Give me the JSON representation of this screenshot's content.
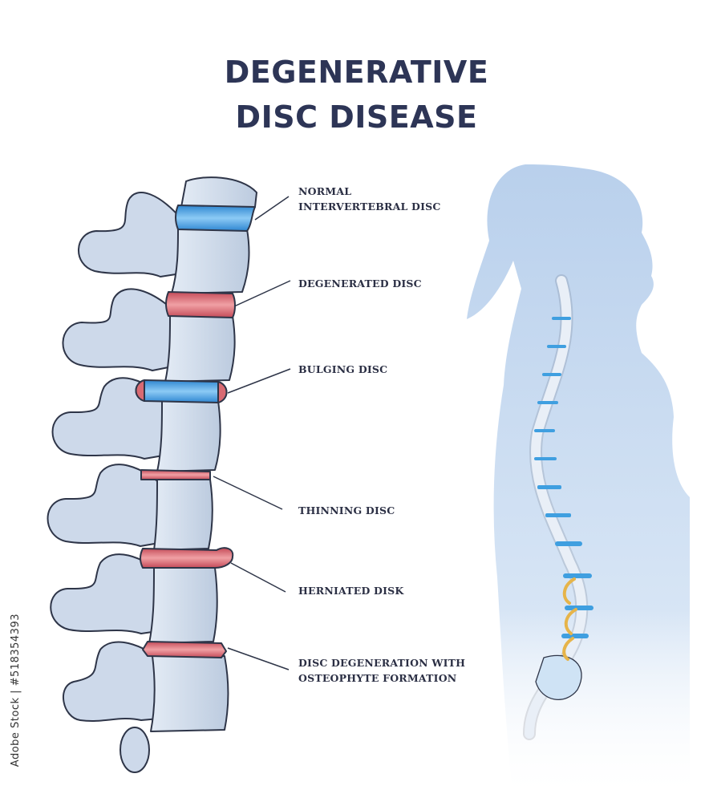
{
  "title": {
    "line1": "DEGENERATIVE",
    "line2": "DISC DISEASE"
  },
  "labels": [
    {
      "line1": "NORMAL",
      "line2": "INTERVERTEBRAL DISC"
    },
    {
      "line1": "DEGENERATED DISC"
    },
    {
      "line1": "BULGING DISC"
    },
    {
      "line1": "THINNING DISC"
    },
    {
      "line1": "HERNIATED DISK"
    },
    {
      "line1": "DISC DEGENERATION WITH",
      "line2": "OSTEOPHYTE FORMATION"
    }
  ],
  "watermark": "Adobe Stock | #518354393",
  "colors": {
    "bone": "#c9d6e8",
    "bone_outline": "#2e3548",
    "healthy_disc": "#3f9fe0",
    "damaged_disc": "#d96a72",
    "silhouette": "#c6d9ef",
    "nerve": "#e6b44a"
  }
}
